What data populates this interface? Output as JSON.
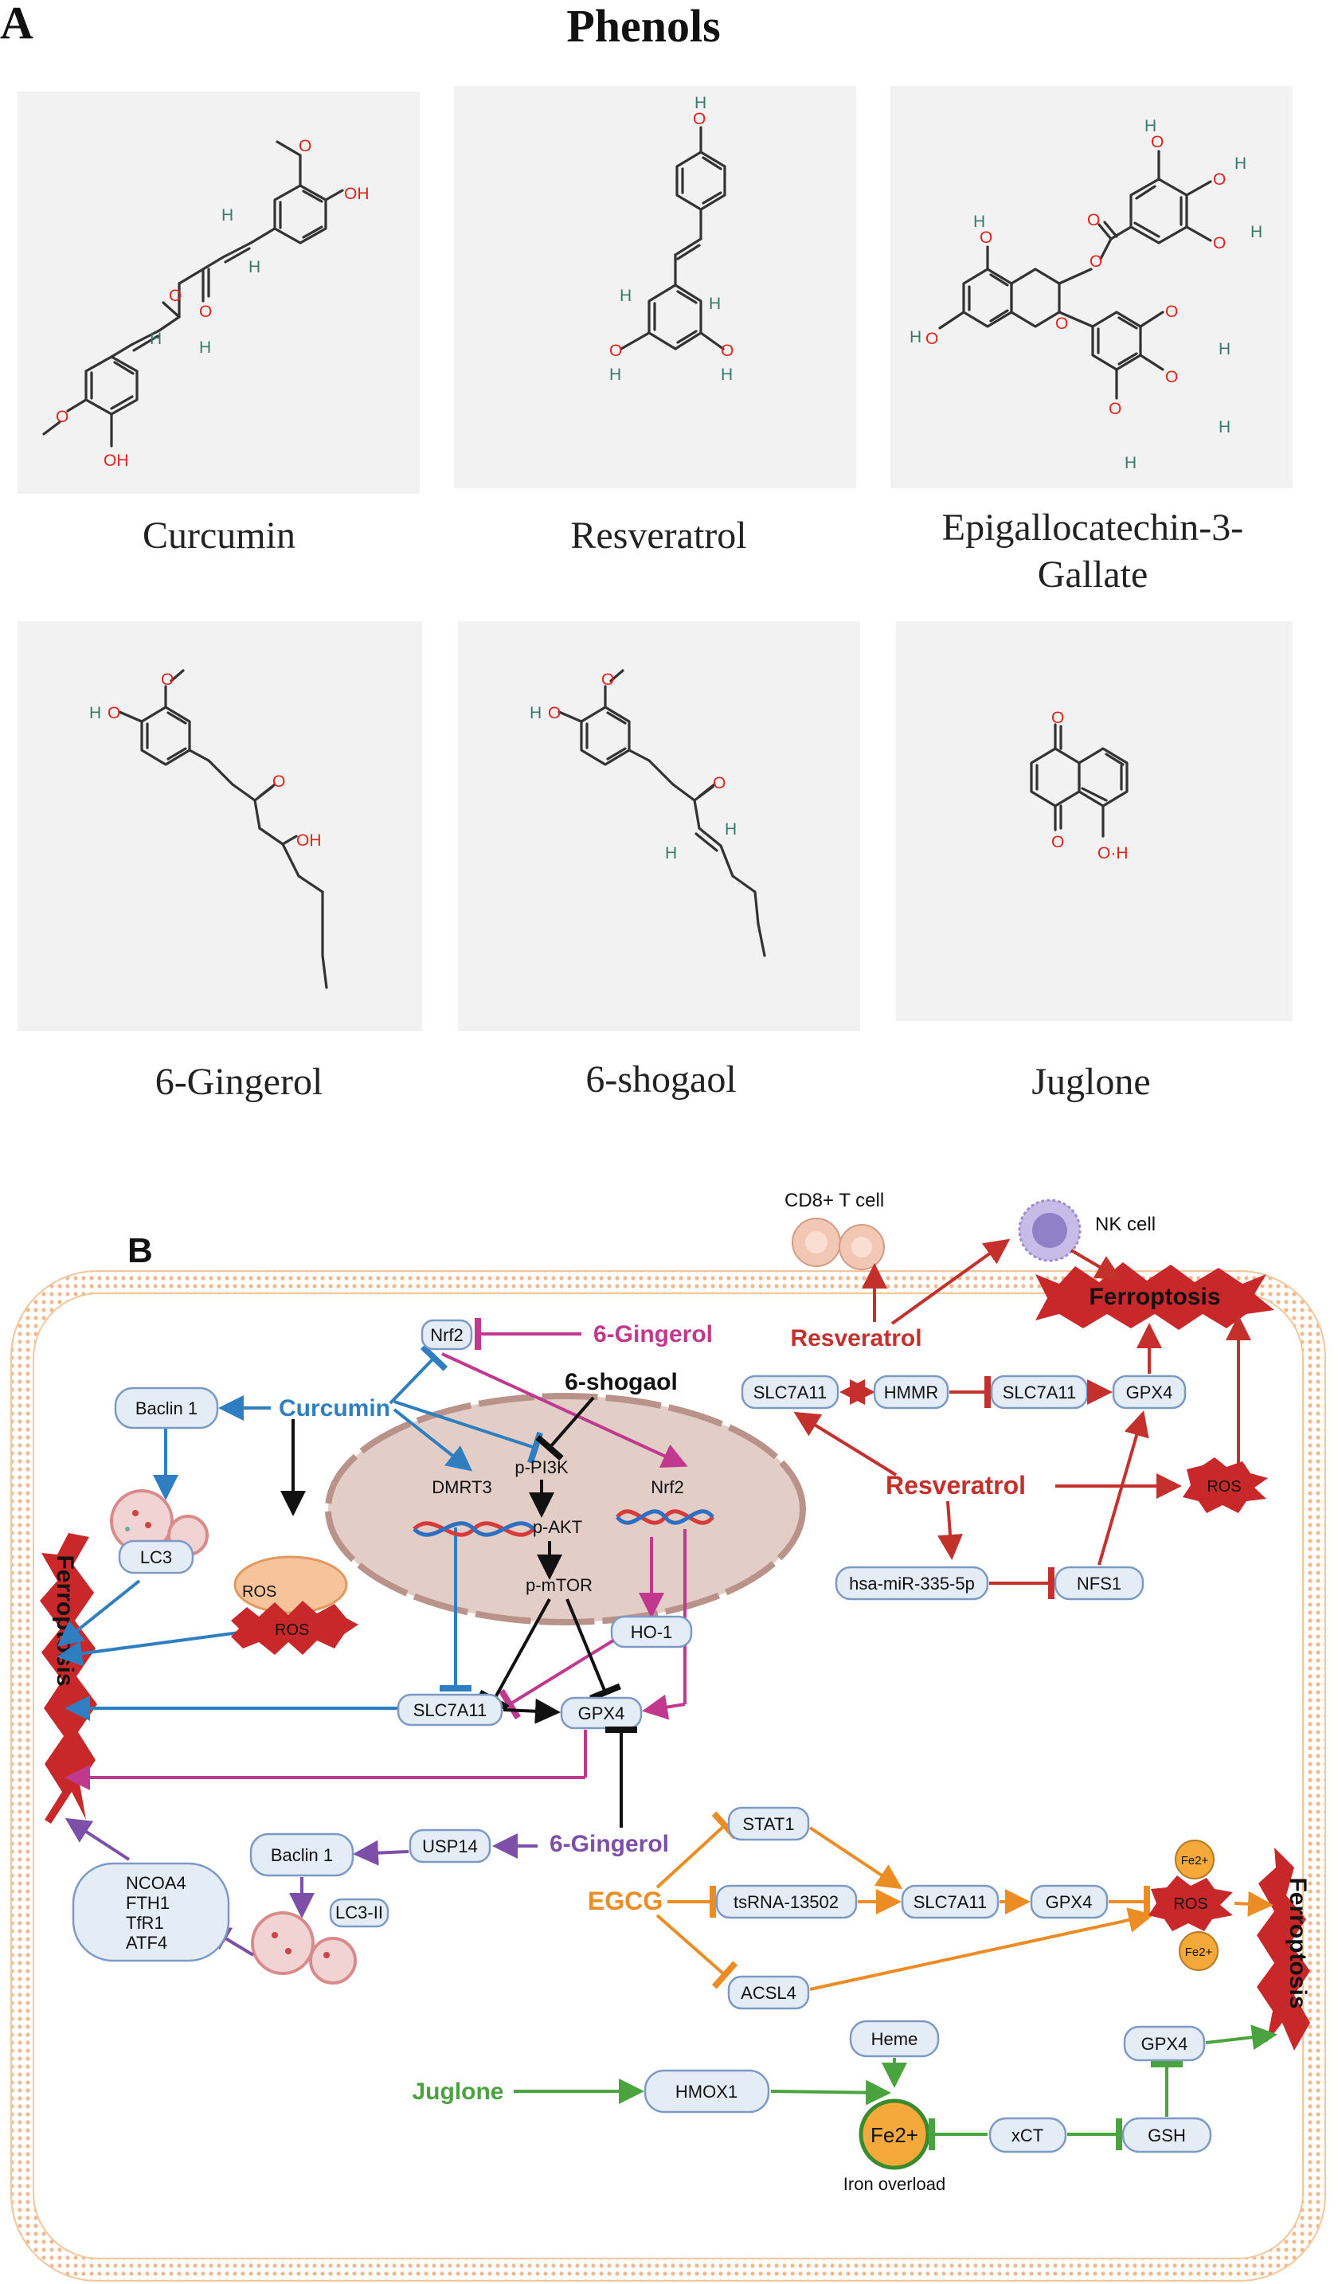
{
  "panel_a": {
    "letter": "A",
    "title": "Phenols",
    "compounds": [
      {
        "name": "Curcumin"
      },
      {
        "name": "Resveratrol"
      },
      {
        "name": "Epigallocatechin-3-",
        "name2": "Gallate"
      },
      {
        "name": "6-Gingerol"
      },
      {
        "name": "6-shogaol"
      },
      {
        "name": "Juglone"
      }
    ],
    "atoms": {
      "O": "O",
      "OH": "OH",
      "HO": "HO",
      "H": "H",
      "O_dot_H": "O·H",
      "H_dot_O": "H·O"
    }
  },
  "panel_b": {
    "letter": "B",
    "ferroptosis": "Ferroptosis",
    "compounds": {
      "gingerol": "6-Gingerol",
      "curcumin": "Curcumin",
      "shogaol": "6-shogaol",
      "resveratrol": "Resveratrol",
      "egcg": "EGCG",
      "juglone": "Juglone"
    },
    "cells": {
      "cd8": "CD8+ T cell",
      "nk": "NK cell"
    },
    "nodes": {
      "nrf2": "Nrf2",
      "baclin1": "Baclin 1",
      "lc3": "LC3",
      "ros": "ROS",
      "dmrt3": "DMRT3",
      "pi3k": "p-PI3K",
      "akt": "p-AKT",
      "mtor": "p-mTOR",
      "ho1": "HO-1",
      "slc7a11": "SLC7A11",
      "gpx4": "GPX4",
      "hmmr": "HMMR",
      "mir": "hsa-miR-335-5p",
      "nfs1": "NFS1",
      "usp14": "USP14",
      "lc3ii": "LC3-II",
      "ncoa4": "NCOA4",
      "fth1": "FTH1",
      "tfr1": "TfR1",
      "atf4": "ATF4",
      "stat1": "STAT1",
      "tsrna": "tsRNA-13502",
      "acsl4": "ACSL4",
      "fe2": "Fe2+",
      "heme": "Heme",
      "hmox1": "HMOX1",
      "xct": "xCT",
      "gsh": "GSH",
      "iron_overload": "Iron overload"
    },
    "colors": {
      "curcumin": "#2f7ec1",
      "gingerol_magenta": "#c0398f",
      "gingerol_purple": "#7d4fa8",
      "resveratrol": "#c4302b",
      "egcg": "#ec8c25",
      "juglone": "#4aa33f",
      "membrane": "#f5c9a0",
      "nucleus": "#e2cdc7",
      "burst": "#c8282a"
    }
  }
}
